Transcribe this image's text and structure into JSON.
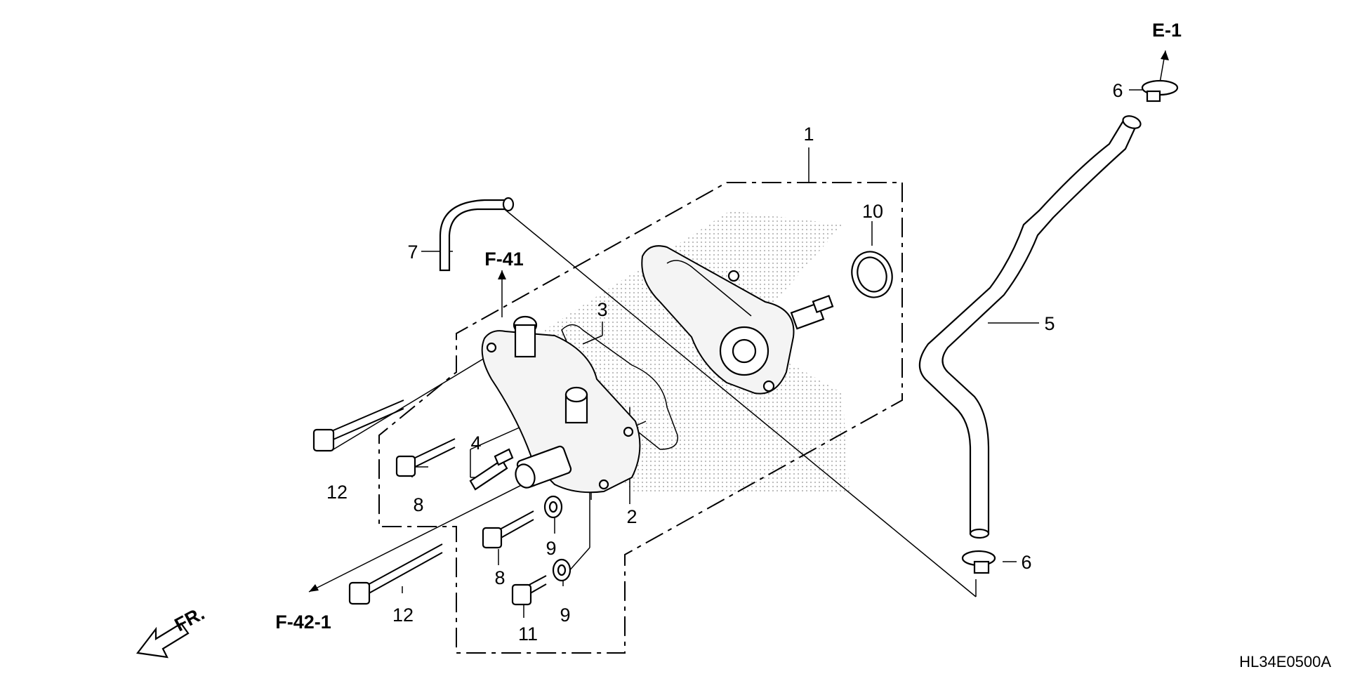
{
  "callouts": {
    "c1": "1",
    "c2": "2",
    "c3": "3",
    "c4": "4",
    "c5": "5",
    "c6_top": "6",
    "c6_bottom": "6",
    "c7": "7",
    "c8_upper": "8",
    "c8_lower": "8",
    "c9_upper": "9",
    "c9_lower": "9",
    "c10": "10",
    "c11": "11",
    "c12_upper": "12",
    "c12_lower": "12"
  },
  "references": {
    "e1": "E-1",
    "f41": "F-41",
    "f42_1": "F-42-1",
    "front": "FR."
  },
  "diagram_code": "HL34E0500A",
  "colors": {
    "ink": "#000000",
    "paper": "#ffffff",
    "watermark": "#b8b8b8"
  }
}
